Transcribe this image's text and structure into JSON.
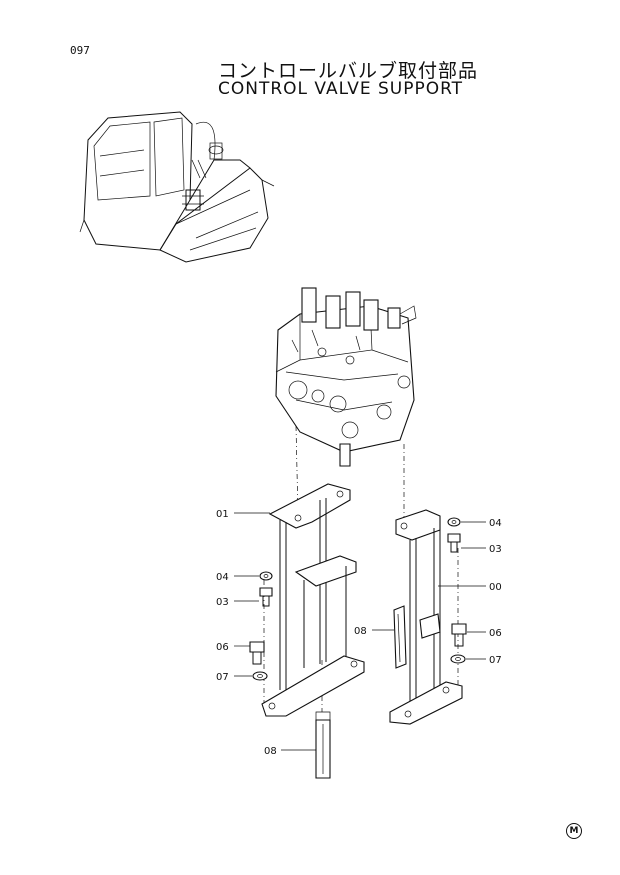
{
  "page": {
    "number": "097",
    "title_jp": "コントロールバルブ取付部品",
    "title_en": "CONTROL VALVE SUPPORT",
    "mark": "M"
  },
  "callouts": [
    {
      "id": "c01",
      "text": "01"
    },
    {
      "id": "c04L",
      "text": "04"
    },
    {
      "id": "c03L",
      "text": "03"
    },
    {
      "id": "c06L",
      "text": "06"
    },
    {
      "id": "c07L",
      "text": "07"
    },
    {
      "id": "c08B",
      "text": "08"
    },
    {
      "id": "c08M",
      "text": "08"
    },
    {
      "id": "c04R",
      "text": "04"
    },
    {
      "id": "c03R",
      "text": "03"
    },
    {
      "id": "c00",
      "text": "00"
    },
    {
      "id": "c06R",
      "text": "06"
    },
    {
      "id": "c07R",
      "text": "07"
    }
  ]
}
